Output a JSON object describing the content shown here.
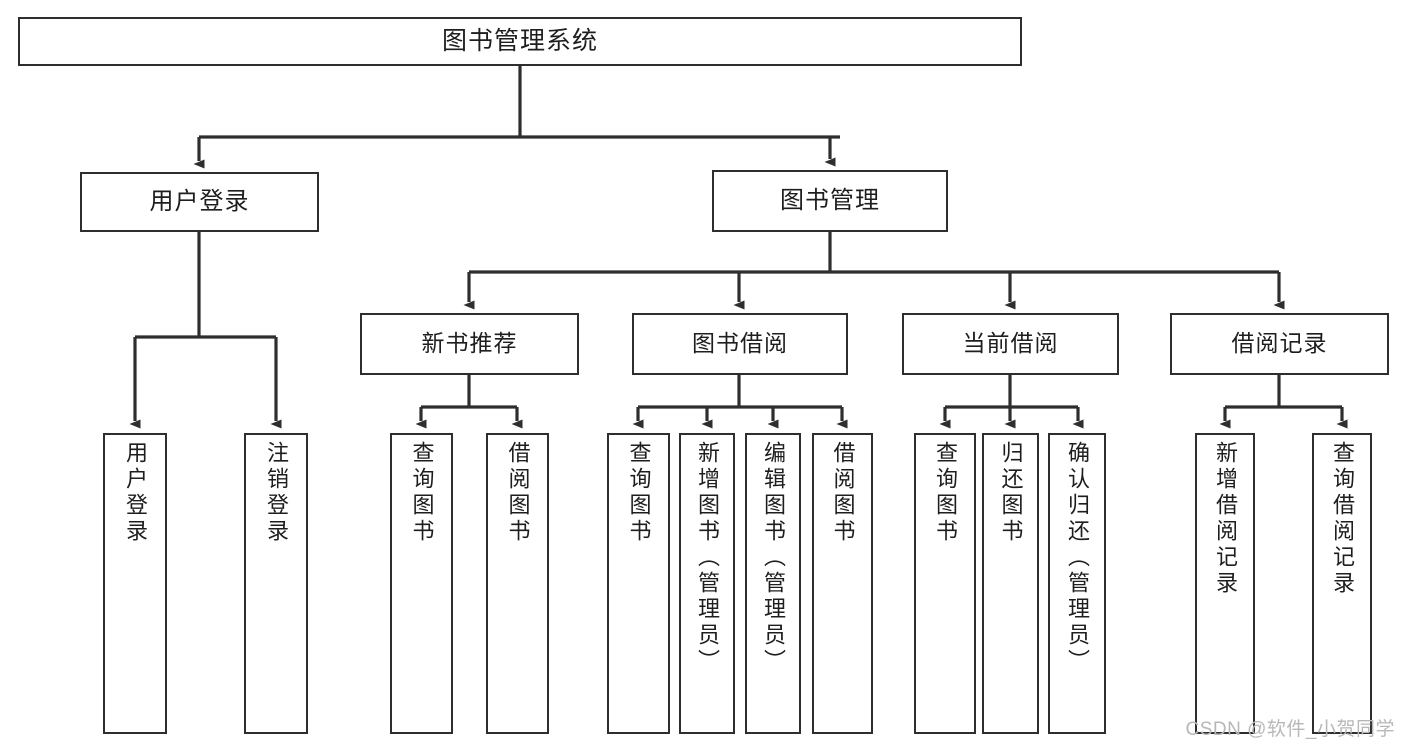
{
  "diagram": {
    "type": "tree-hierarchy",
    "title": "图书管理系统",
    "stroke_color": "#2e2e2e",
    "background_color": "#ffffff",
    "text_color": "#1e1e1e",
    "watermark": "CSDN @软件_小贺同学",
    "watermark_color": "#b8b8b8"
  },
  "nodes": {
    "root": {
      "label": "图书管理系统"
    },
    "level1": [
      {
        "id": "user-login",
        "label": "用户登录"
      },
      {
        "id": "book-manage",
        "label": "图书管理"
      }
    ],
    "level2": [
      {
        "id": "new-book-recommend",
        "label": "新书推荐"
      },
      {
        "id": "book-borrow",
        "label": "图书借阅"
      },
      {
        "id": "current-borrow",
        "label": "当前借阅"
      },
      {
        "id": "borrow-record",
        "label": "借阅记录"
      }
    ],
    "leaves": [
      {
        "id": "leaf-user-login",
        "label": "用户登录",
        "parent": "user-login"
      },
      {
        "id": "leaf-user-logout",
        "label": "注销登录",
        "parent": "user-login"
      },
      {
        "id": "leaf-query-book-1",
        "label": "查询图书",
        "parent": "new-book-recommend"
      },
      {
        "id": "leaf-borrow-book-1",
        "label": "借阅图书",
        "parent": "new-book-recommend"
      },
      {
        "id": "leaf-query-book-2",
        "label": "查询图书",
        "parent": "book-borrow"
      },
      {
        "id": "leaf-add-book",
        "label": "新增图书（管理员）",
        "parent": "book-borrow"
      },
      {
        "id": "leaf-edit-book",
        "label": "编辑图书（管理员）",
        "parent": "book-borrow"
      },
      {
        "id": "leaf-borrow-book-2",
        "label": "借阅图书",
        "parent": "book-borrow"
      },
      {
        "id": "leaf-query-book-3",
        "label": "查询图书",
        "parent": "current-borrow"
      },
      {
        "id": "leaf-return-book",
        "label": "归还图书",
        "parent": "current-borrow"
      },
      {
        "id": "leaf-confirm-return",
        "label": "确认归还（管理员）",
        "parent": "current-borrow"
      },
      {
        "id": "leaf-add-record",
        "label": "新增借阅记录",
        "parent": "borrow-record"
      },
      {
        "id": "leaf-query-record",
        "label": "查询借阅记录",
        "parent": "borrow-record"
      }
    ]
  }
}
